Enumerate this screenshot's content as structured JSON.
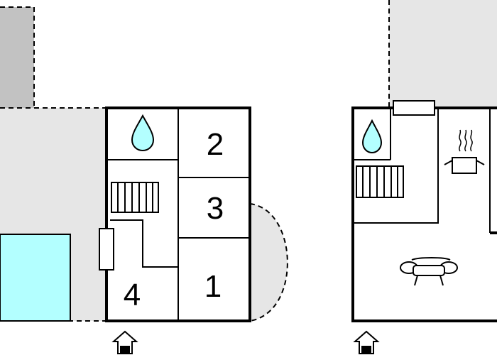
{
  "floor_plan": {
    "rooms": [
      {
        "number": "2",
        "kind": "bedroom"
      },
      {
        "number": "3",
        "kind": "bedroom"
      },
      {
        "number": "1",
        "kind": "bedroom"
      },
      {
        "number": "4",
        "kind": "bedroom"
      }
    ],
    "icons": [
      "bathroom-drop-icon",
      "stairs-icon",
      "kitchen-pot-icon",
      "sofa-icon",
      "entrance-icon",
      "window-icon"
    ],
    "colors": {
      "wall": "#000000",
      "outdoor_area": "#e6e6e6",
      "dark_area": "#c2c2c2",
      "pool": "#b3ffff",
      "water_drop": "#b3ffff",
      "background": "#ffffff"
    }
  }
}
